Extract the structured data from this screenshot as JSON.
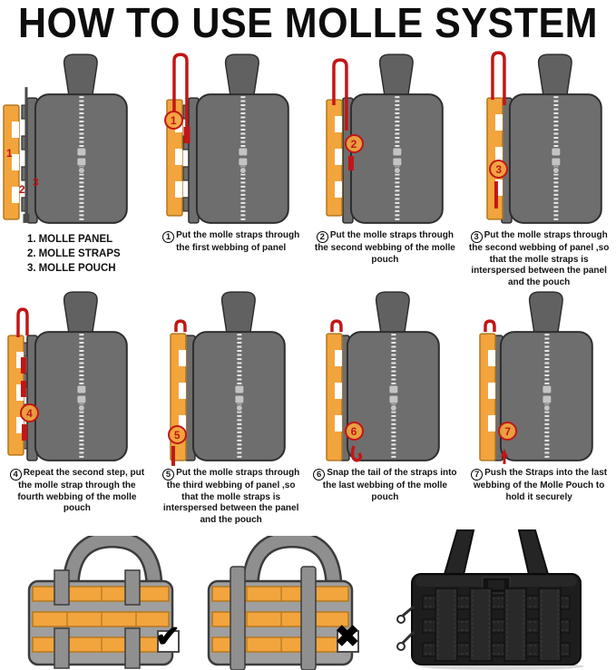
{
  "title": "HOW TO USE MOLLE SYSTEM",
  "legend": {
    "markers": {
      "panel": "1",
      "straps": "2",
      "pouch": "3"
    },
    "items": [
      {
        "num": "1.",
        "label": "MOLLE PANEL"
      },
      {
        "num": "2.",
        "label": "MOLLE STRAPS"
      },
      {
        "num": "3.",
        "label": "MOLLE POUCH"
      }
    ]
  },
  "steps": [
    {
      "num": "1",
      "marker": "1",
      "caption": "Put the molle straps through the first webbing of panel"
    },
    {
      "num": "2",
      "marker": "2",
      "caption": "Put the molle straps through the second webbing of the molle pouch"
    },
    {
      "num": "3",
      "marker": "3",
      "caption": "Put the molle straps through the second webbing of panel ,so that the molle straps is interspersed between the panel and the pouch"
    },
    {
      "num": "4",
      "marker": "4",
      "caption": "Repeat the second step, put the molle strap through the fourth webbing of the molle pouch"
    },
    {
      "num": "5",
      "marker": "5",
      "caption": "Put the molle straps through the third webbing of panel ,so that the molle straps is interspersed between the panel and the pouch"
    },
    {
      "num": "6",
      "marker": "6",
      "caption": "Snap the tail of the straps into the last webbing of the molle pouch"
    },
    {
      "num": "7",
      "marker": "7",
      "caption": "Push the Straps into the last webbing of the Molle Pouch to hold it securely"
    }
  ],
  "examples": {
    "correct_mark": "✔",
    "incorrect_mark": "✖"
  },
  "colors": {
    "panel_orange": "#F2A43D",
    "panel_border": "#B5781E",
    "strap_red": "#C21616",
    "pouch_gray": "#6E6E6E",
    "outline": "#2E2E2E",
    "front_gray": "#9F9F9F",
    "front_border": "#3C3C3C"
  }
}
